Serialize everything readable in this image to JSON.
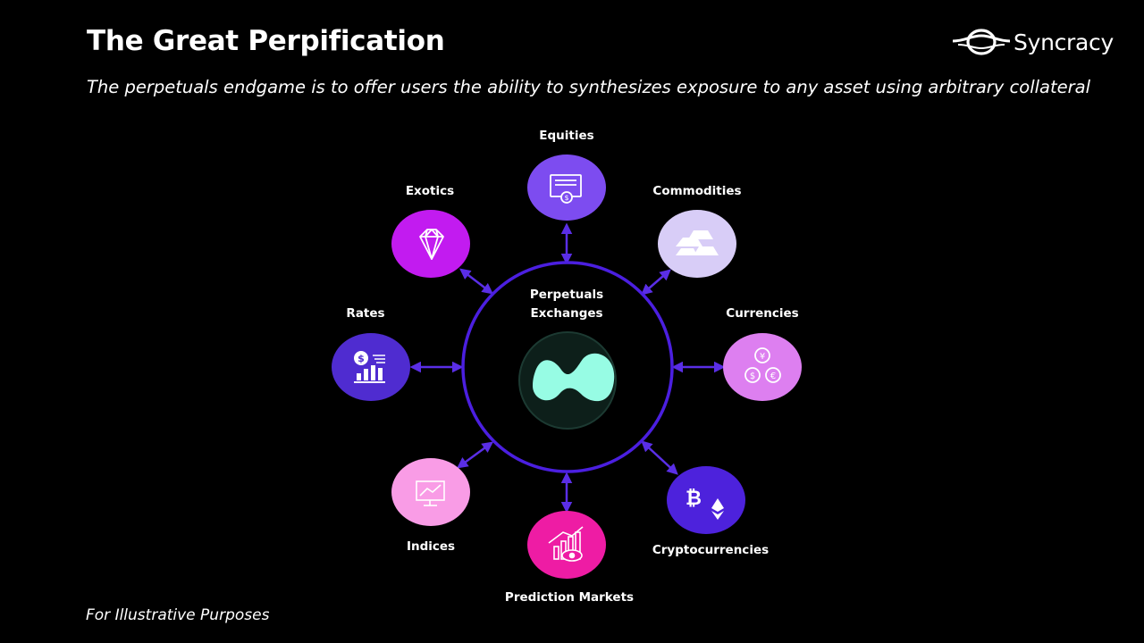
{
  "header": {
    "title": "The Great Perpification",
    "subtitle": "The perpetuals endgame is to offer users the ability to synthesizes exposure to any asset using arbitrary collateral"
  },
  "logo": {
    "text": "Syncracy",
    "icon": "syncracy-logo-icon"
  },
  "footnote": "For Illustrative Purposes",
  "hub": {
    "label_line1": "Perpetuals",
    "label_line2": "Exchanges",
    "icon": "hyperliquid-logo-icon",
    "ring_color": "#4b1fe0",
    "logo_color": "#97fce4"
  },
  "nodes": [
    {
      "key": "equities",
      "label": "Equities",
      "icon": "certificate-icon",
      "color": "#7d4cf0"
    },
    {
      "key": "commodities",
      "label": "Commodities",
      "icon": "gold-bars-icon",
      "color": "#d8cdf7"
    },
    {
      "key": "currencies",
      "label": "Currencies",
      "icon": "currency-coins-icon",
      "color": "#dd7ff0"
    },
    {
      "key": "cryptocurrencies",
      "label": "Cryptocurrencies",
      "icon": "bitcoin-ethereum-icon",
      "color": "#4d22dc"
    },
    {
      "key": "prediction_markets",
      "label": "Prediction Markets",
      "icon": "chart-eye-icon",
      "color": "#ee1ca4"
    },
    {
      "key": "indices",
      "label": "Indices",
      "icon": "monitor-chart-icon",
      "color": "#f99ce6"
    },
    {
      "key": "rates",
      "label": "Rates",
      "icon": "interest-rate-chart-icon",
      "color": "#4f2cd0"
    },
    {
      "key": "exotics",
      "label": "Exotics",
      "icon": "diamond-icon",
      "color": "#c21bf0"
    }
  ],
  "connector_color": "#5a2ee6"
}
